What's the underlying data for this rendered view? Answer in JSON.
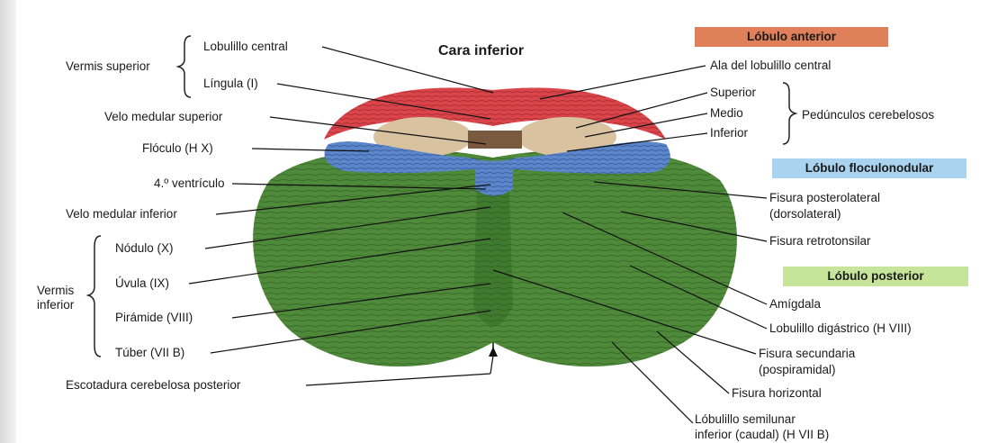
{
  "title": "Cara inferior",
  "headers": {
    "anterior": {
      "text": "Lóbulo anterior",
      "color": "#e0805a"
    },
    "flocular": {
      "text": "Lóbulo floculonodular",
      "color": "#a9d3ee"
    },
    "posterior": {
      "text": "Lóbulo posterior",
      "color": "#c7e59a"
    }
  },
  "group_labels": {
    "vermis_superior": "Vermis superior",
    "vermis_inferior_1": "Vermis",
    "vermis_inferior_2": "inferior",
    "pedunculos": "Pedúnculos cerebelosos"
  },
  "left_labels": {
    "lobulillo_central": "Lobulillo central",
    "lingula": "Língula (I)",
    "velo_sup": "Velo medular superior",
    "floculo": "Flóculo (H X)",
    "cuarto_ventriculo": "4.º ventrículo",
    "velo_inf": "Velo medular inferior",
    "nodulo": "Nódulo (X)",
    "uvula": "Úvula (IX)",
    "piramide": "Pirámide (VIII)",
    "tuber": "Túber (VII B)",
    "escotadura": "Escotadura cerebelosa posterior"
  },
  "right_labels": {
    "ala": "Ala del lobulillo central",
    "superior": "Superior",
    "medio": "Medio",
    "inferior": "Inferior",
    "fisura_postlat_1": "Fisura posterolateral",
    "fisura_postlat_2": "(dorsolateral)",
    "fisura_retro": "Fisura retrotonsilar",
    "amigdala": "Amígdala",
    "digastrico": "Lobulillo digástrico (H VIII)",
    "fisura_sec_1": "Fisura secundaria",
    "fisura_sec_2": "(pospiramidal)",
    "fisura_hor": "Fisura horizontal",
    "semilunar_1": "Lóbulillo semilunar",
    "semilunar_2": "inferior (caudal) (H VII B)"
  },
  "colors": {
    "anterior_red": "#d9454a",
    "flocular_blue": "#5b86c9",
    "posterior_green": "#4f8a3a",
    "peduncle_tan": "#d9c2a0"
  }
}
